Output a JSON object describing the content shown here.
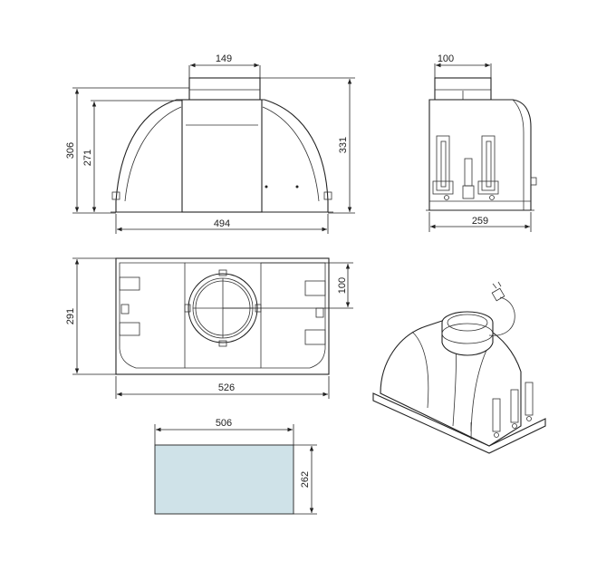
{
  "dimensions": {
    "front_duct_width": "149",
    "front_total_height": "306",
    "front_body_height": "271",
    "front_side_height": "331",
    "front_width": "494",
    "side_duct_width": "100",
    "side_depth": "259",
    "top_width": "526",
    "top_depth": "291",
    "top_duct_offset": "100",
    "cutout_width": "506",
    "cutout_depth": "262"
  },
  "colors": {
    "line": "#222222",
    "cutout_fill": "#cfe2e8"
  }
}
